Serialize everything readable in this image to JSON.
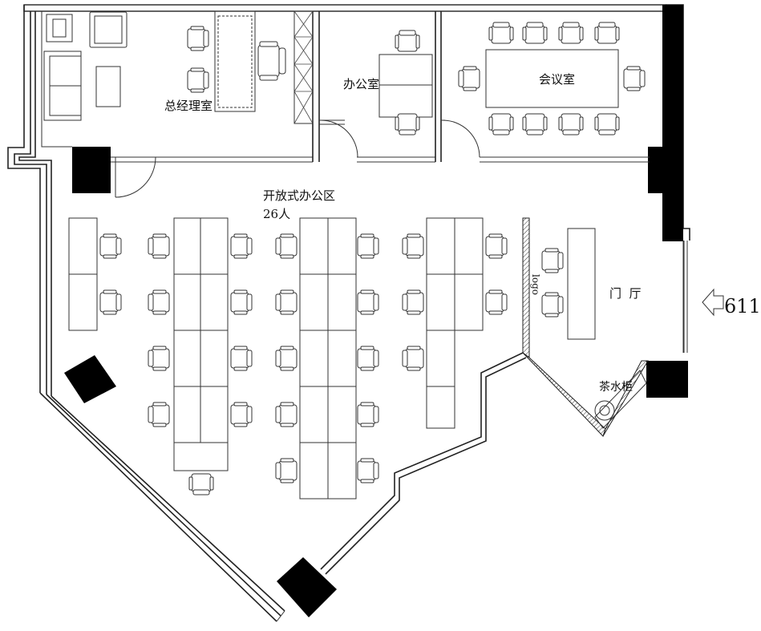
{
  "rooms": {
    "gm_office": "总经理室",
    "office": "办公室",
    "meeting_room": "会议室",
    "open_office": "开放式办公区",
    "open_office_capacity": "26人",
    "lobby": "门  厅",
    "tea_cabinet": "茶水柜",
    "logo_wall": "logo"
  },
  "entrance": {
    "number": "611"
  }
}
